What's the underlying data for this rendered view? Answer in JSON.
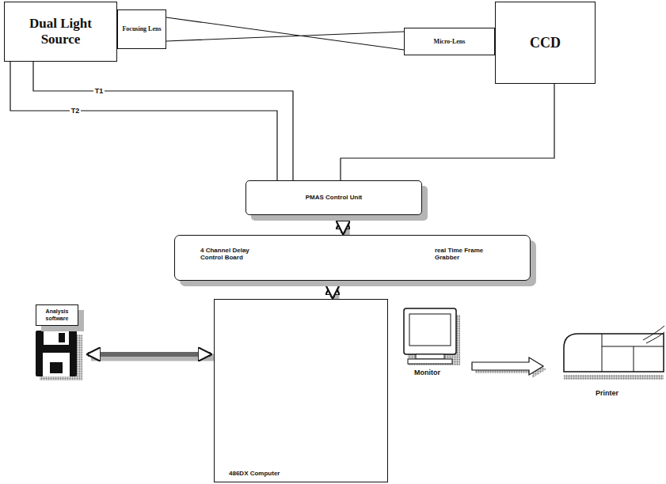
{
  "diagram": {
    "nodes": [
      {
        "text": [
          "Dual Light Source"
        ]
      },
      {
        "text": [
          "Focusing Lens"
        ]
      },
      {
        "text": [
          "Micro-Lens"
        ]
      },
      {
        "text": [
          "CCD"
        ]
      },
      {
        "text": [
          "PMAS Control Unit"
        ]
      },
      {
        "text": [
          "4 Channel Delay Control Board",
          "real Time Frame Grabber"
        ]
      },
      {
        "text": [
          "Analysis software"
        ]
      },
      {
        "text": [
          "486DX Computer"
        ]
      }
    ],
    "edges": [
      {
        "from": 0,
        "to": 4,
        "label": "T1",
        "arrow": "none"
      },
      {
        "from": 0,
        "to": 4,
        "label": "T2",
        "arrow": "none"
      },
      {
        "from": 3,
        "to": 4,
        "arrow": "none"
      },
      {
        "from": 1,
        "to": 2,
        "arrow": "none"
      },
      {
        "from": 4,
        "to": 5,
        "arrow": "both"
      },
      {
        "from": 5,
        "to": 7,
        "arrow": "both"
      },
      {
        "from": 6,
        "to": 7,
        "arrow": "both"
      }
    ],
    "labels": [
      "Monitor",
      "Printer"
    ]
  }
}
